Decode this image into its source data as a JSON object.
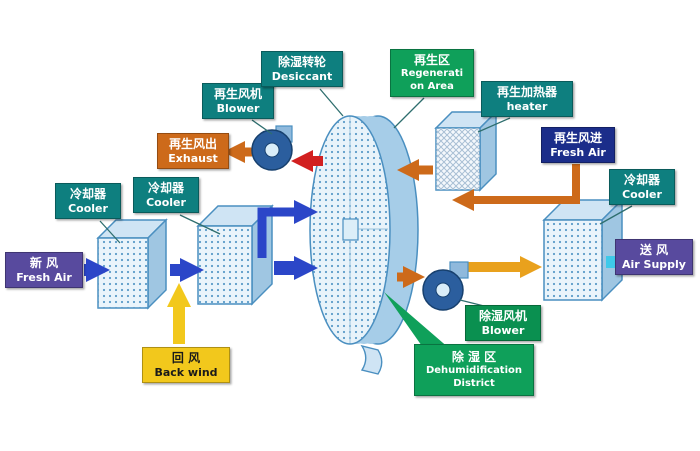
{
  "colors": {
    "teal": "#0e7f7f",
    "purple": "#584a9e",
    "orange": "#cd6a1a",
    "gold": "#e9a11d",
    "yellow": "#f2c81c",
    "green": "#0fa05a",
    "green_dark": "#0a9050",
    "navy": "#1b2d8a",
    "arrow_blue": "#2b46c8",
    "arrow_red": "#d22020",
    "arrow_cyan": "#3ec9ea",
    "box_edge": "#4a8fc0",
    "box_face": "#eaf4fb",
    "box_top": "#cfe4f4",
    "box_side": "#9fc6e2",
    "wheel_rim": "#a6cde8"
  },
  "labels": {
    "fresh_air_in": {
      "lines": [
        "新 风",
        "Fresh Air"
      ]
    },
    "cooler_left_1": {
      "lines": [
        "冷却器",
        "Cooler"
      ]
    },
    "cooler_left_2": {
      "lines": [
        "冷却器",
        "Cooler"
      ]
    },
    "regen_blower": {
      "lines": [
        "再生风机",
        "Blower"
      ]
    },
    "regen_exhaust": {
      "lines": [
        "再生风出",
        "Exhaust"
      ]
    },
    "desiccant_wheel": {
      "lines": [
        "除湿转轮",
        "Desiccant"
      ]
    },
    "regen_area": {
      "lines": [
        "再生区",
        "Regenerati",
        "on Area"
      ]
    },
    "regen_heater": {
      "lines": [
        "再生加热器",
        "heater"
      ]
    },
    "regen_fresh_air": {
      "lines": [
        "再生风进",
        "Fresh Air"
      ]
    },
    "cooler_right": {
      "lines": [
        "冷却器",
        "Cooler"
      ]
    },
    "air_supply": {
      "lines": [
        "送 风",
        "Air Supply"
      ]
    },
    "dehumid_blower": {
      "lines": [
        "除湿风机",
        "Blower"
      ]
    },
    "back_wind": {
      "lines": [
        "回 风",
        "Back wind"
      ]
    },
    "dehumid_district": {
      "lines": [
        "除 湿 区",
        "Dehumidification",
        "District"
      ]
    }
  }
}
